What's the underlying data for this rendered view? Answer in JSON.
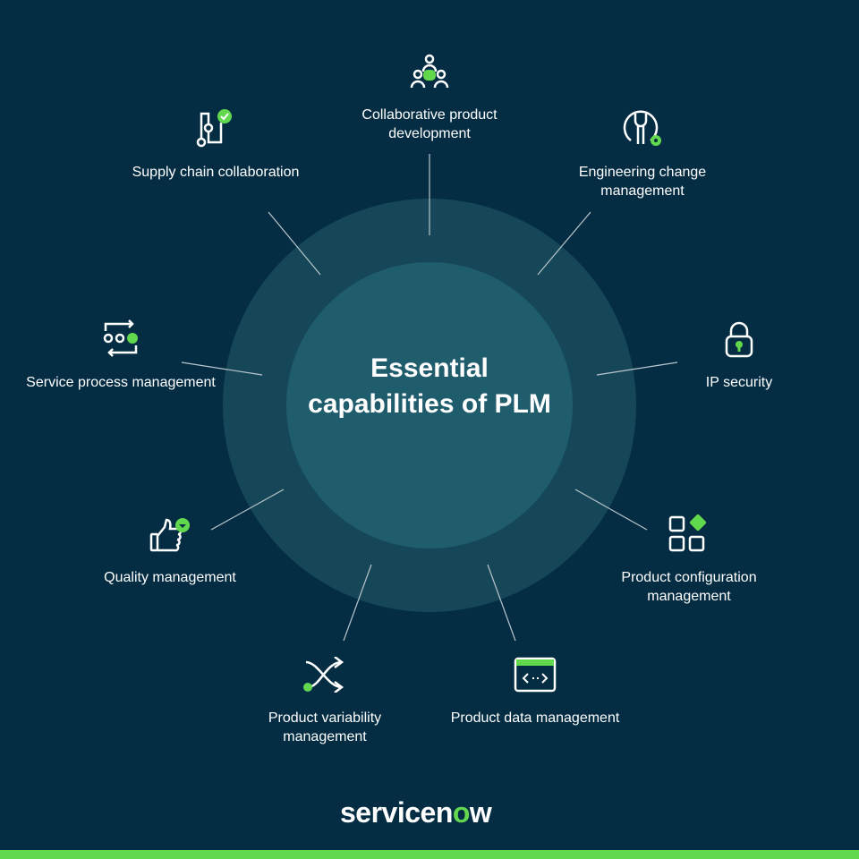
{
  "title": "Essential capabilities of PLM",
  "colors": {
    "background": "#042d43",
    "outer_ring": "#164758",
    "inner_circle": "#1f5c6c",
    "accent": "#62d84e"
  },
  "capabilities": [
    {
      "label": "Collaborative product development",
      "icon": "team-icon"
    },
    {
      "label": "Engineering change management",
      "icon": "wrench-gear-icon"
    },
    {
      "label": "IP security",
      "icon": "lock-icon"
    },
    {
      "label": "Product configuration management",
      "icon": "grid-config-icon"
    },
    {
      "label": "Product data management",
      "icon": "code-window-icon"
    },
    {
      "label": "Product variability management",
      "icon": "shuffle-icon"
    },
    {
      "label": "Quality management",
      "icon": "thumbs-up-icon"
    },
    {
      "label": "Service process management",
      "icon": "process-cycle-icon"
    },
    {
      "label": "Supply chain collaboration",
      "icon": "supply-path-icon"
    }
  ],
  "logo": {
    "text_main": "servicen",
    "text_o": "o",
    "text_end": "w"
  }
}
